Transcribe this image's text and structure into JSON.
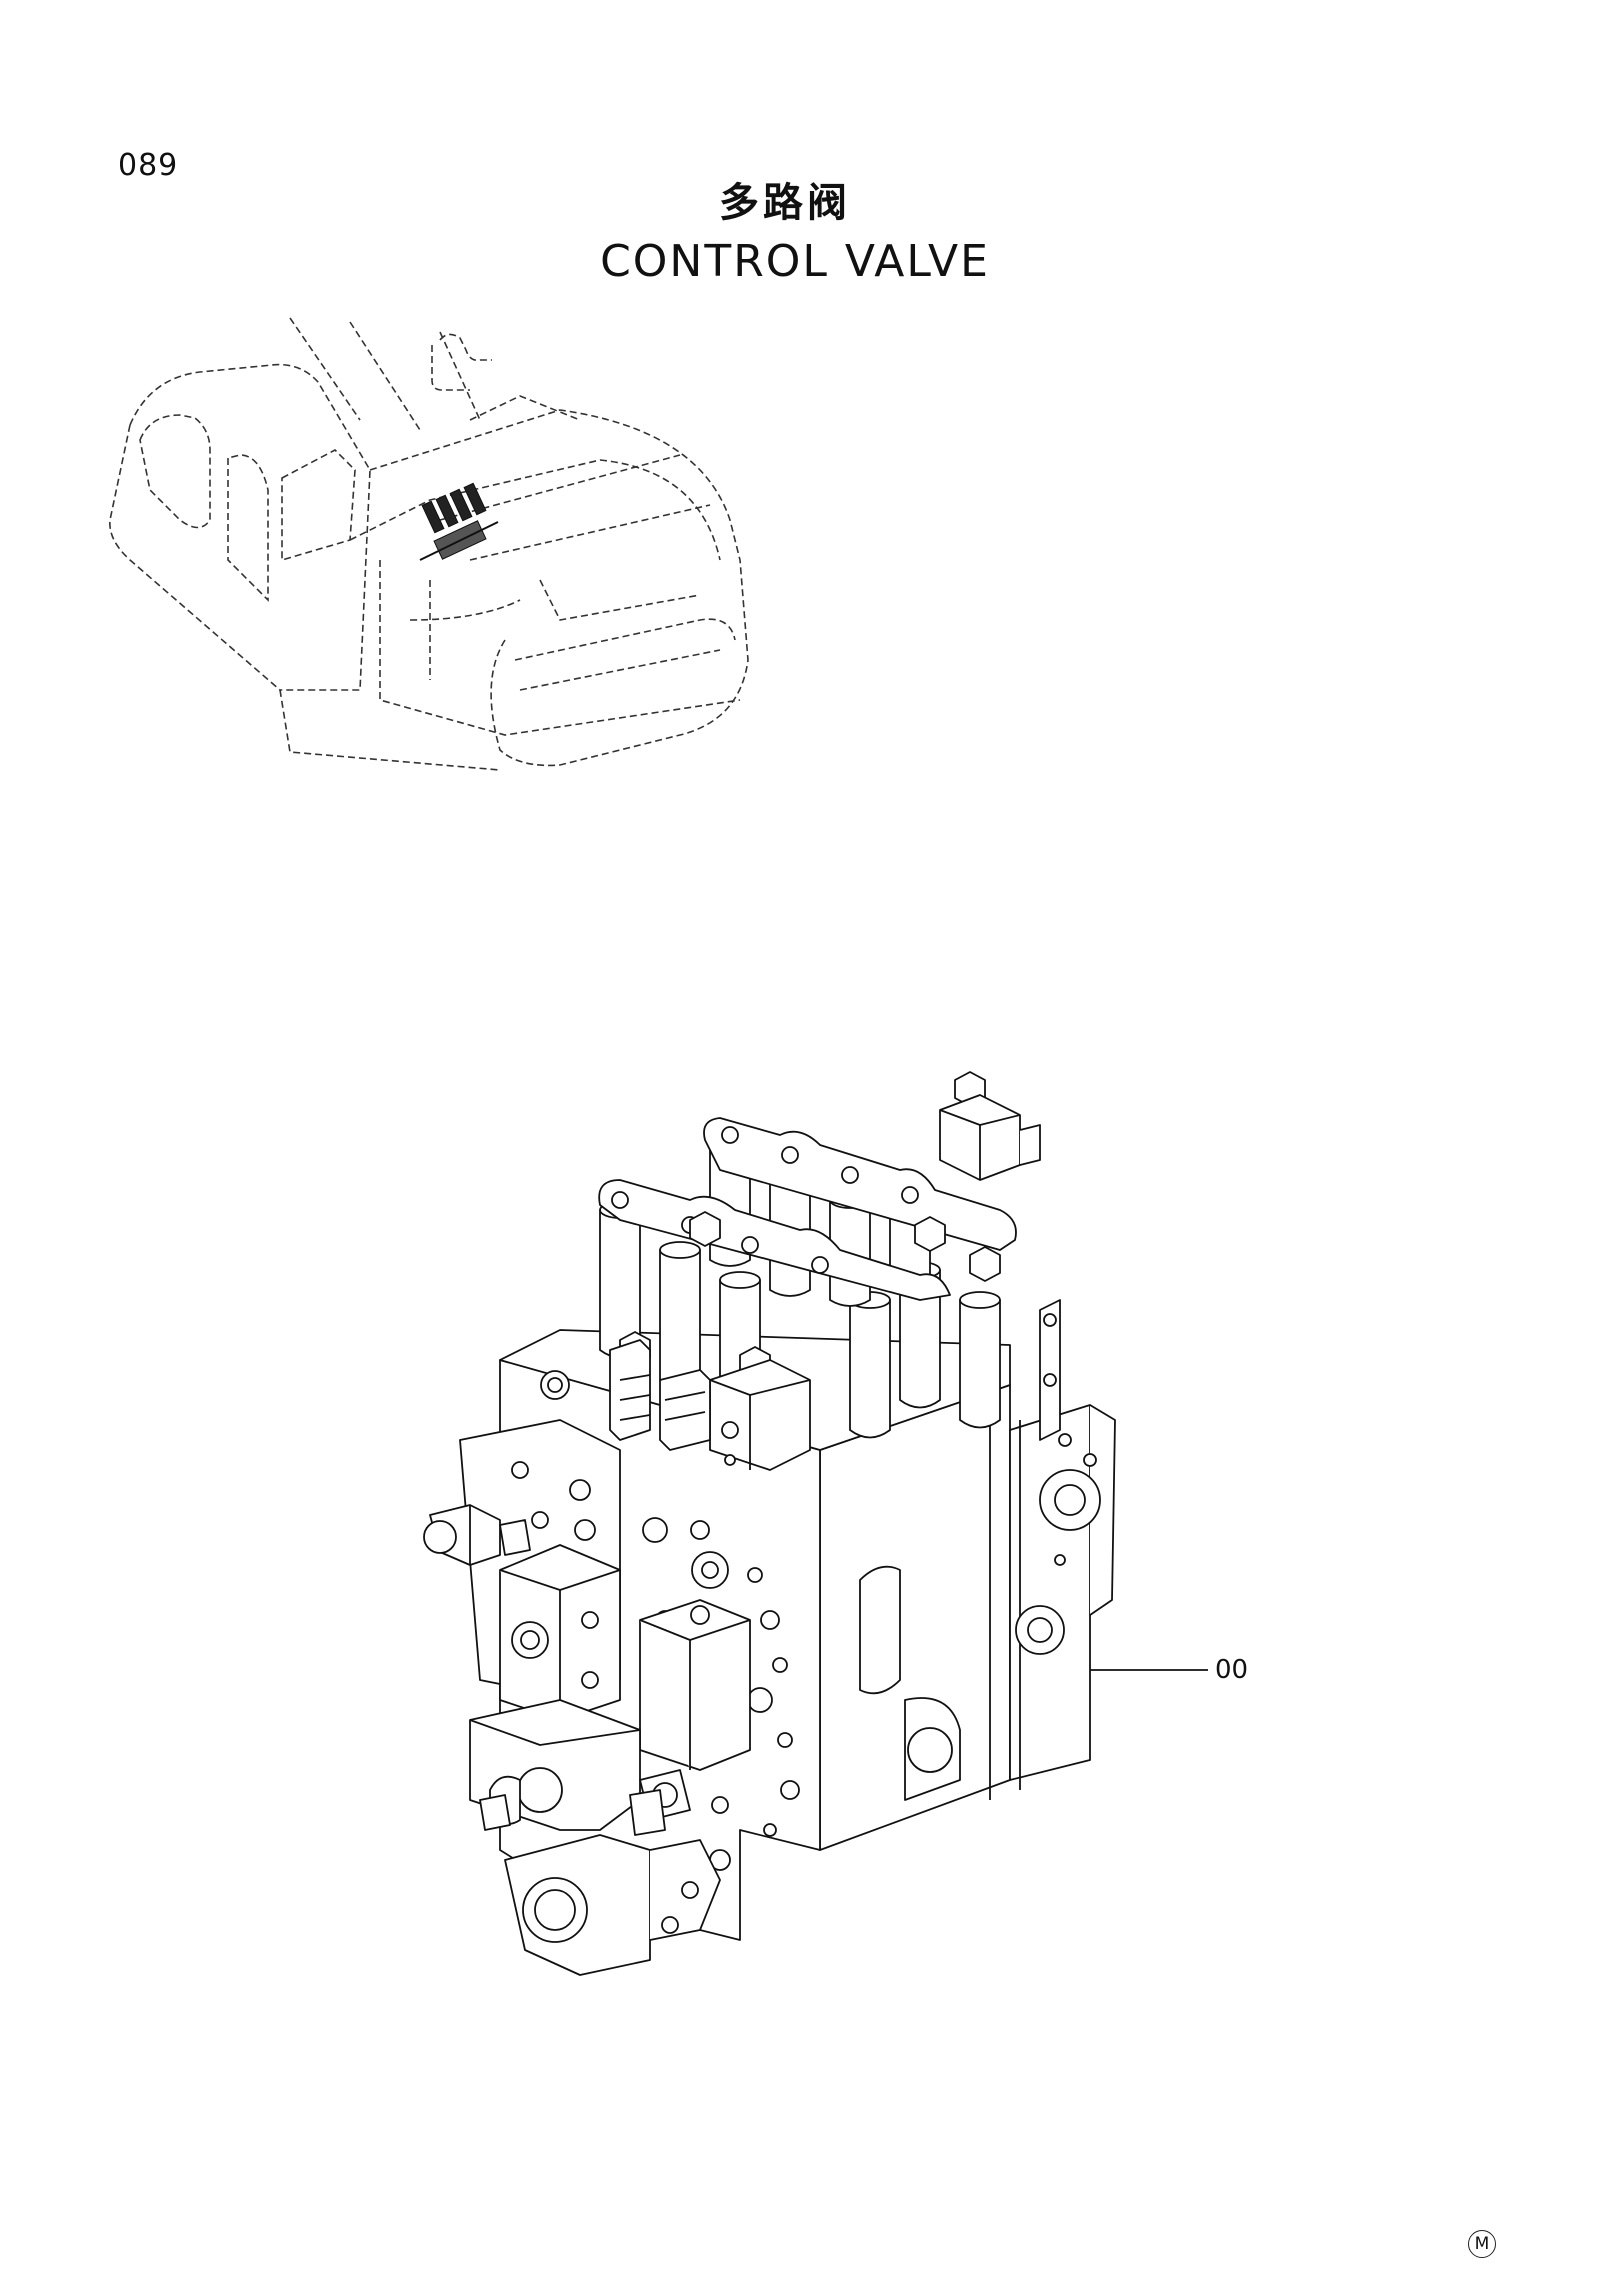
{
  "page": {
    "number": "089",
    "title_cn": "多路阀",
    "title_en": "CONTROL  VALVE"
  },
  "figure": {
    "callout_label": "00",
    "mark": "M"
  }
}
